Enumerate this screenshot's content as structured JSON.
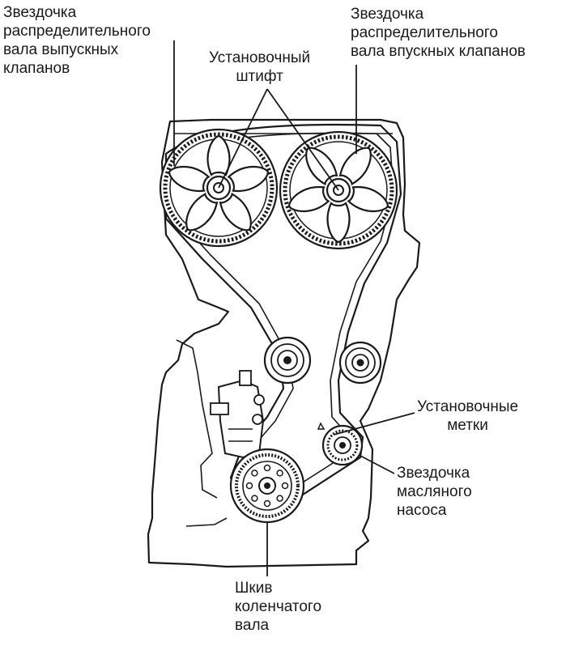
{
  "labels": {
    "exhaust_cam_sprocket": [
      "Звездочка",
      "распределительного",
      "вала выпускных",
      "клапанов"
    ],
    "intake_cam_sprocket": [
      "Звездочка",
      "распределительного",
      "вала впускных клапанов"
    ],
    "dowel_pin": [
      "Установочный",
      "штифт"
    ],
    "timing_marks": [
      "Установочные",
      "метки"
    ],
    "oil_pump_sprocket": [
      "Звездочка",
      "масляного",
      "насоса"
    ],
    "crankshaft_pulley": [
      "Шкив",
      "коленчатого",
      "вала"
    ]
  },
  "colors": {
    "ink": "#1a1a1a",
    "paper": "#ffffff"
  }
}
